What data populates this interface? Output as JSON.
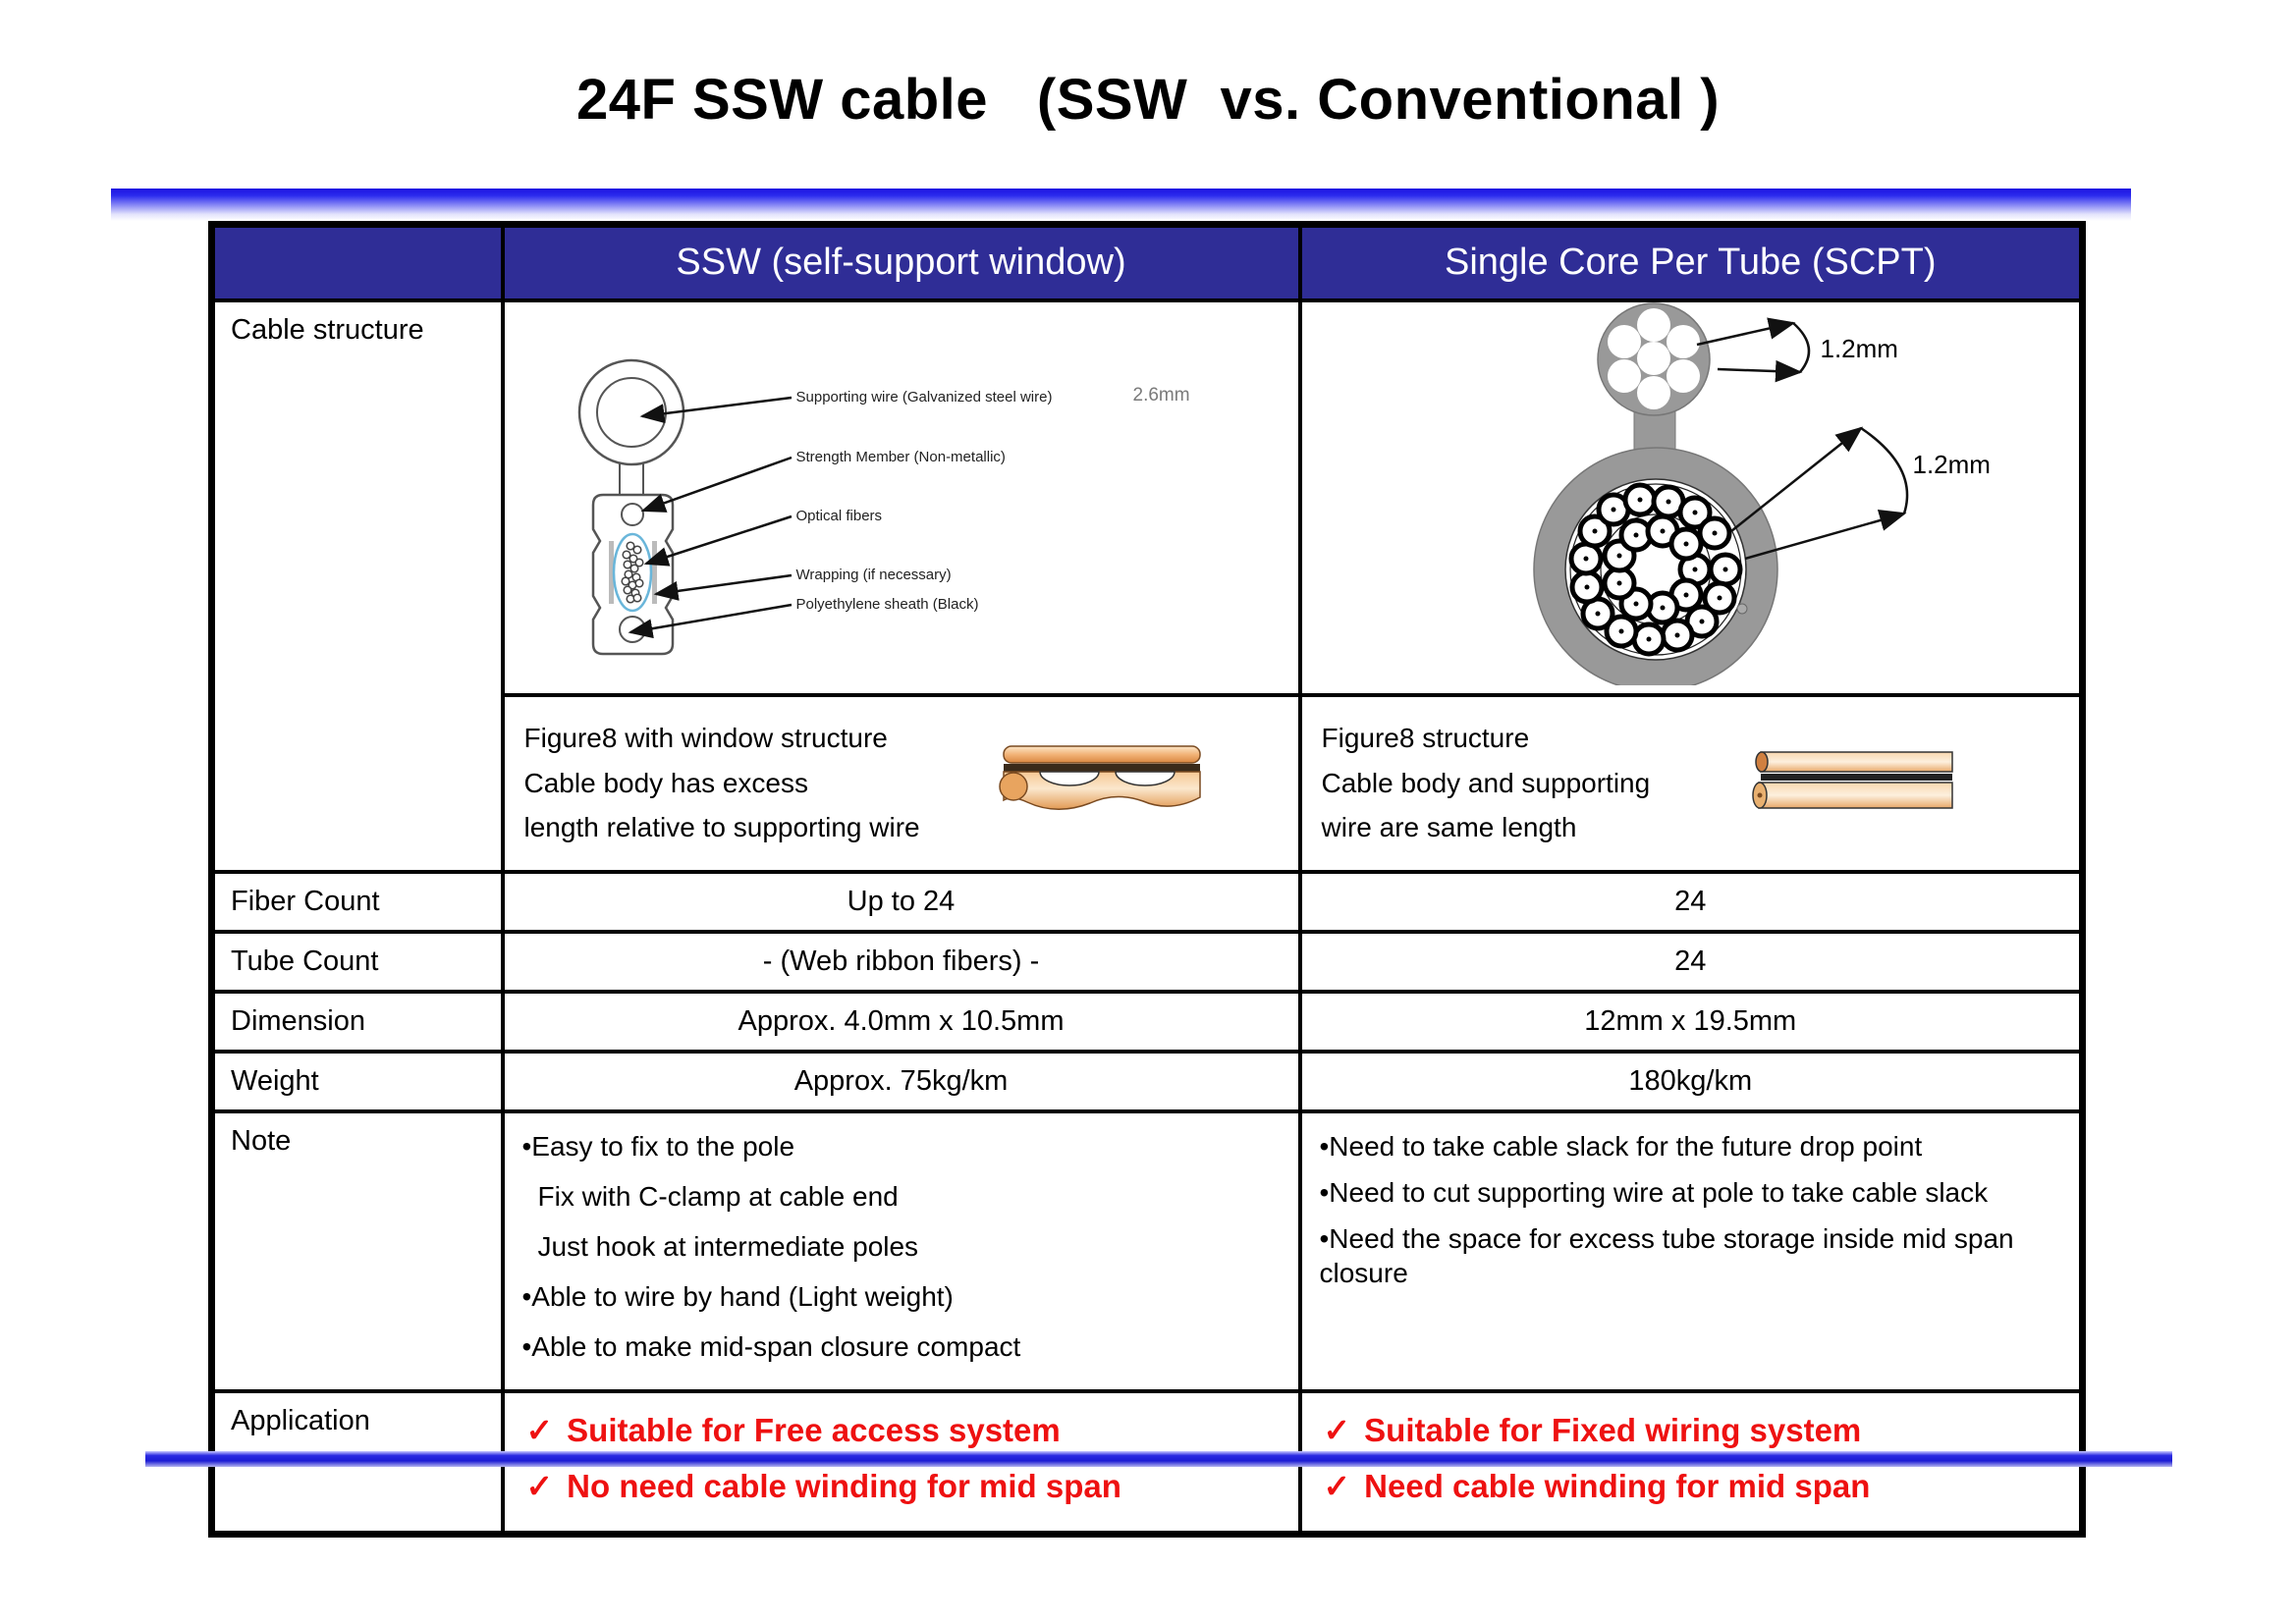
{
  "title": "24F SSW cable   (SSW  vs. Conventional )",
  "table": {
    "header": {
      "col_label": "",
      "col_ssw": "SSW (self-support window)",
      "col_scpt": "Single Core Per Tube (SCPT)"
    },
    "cable_structure": {
      "label": "Cable structure",
      "ssw_diagram": {
        "labels": [
          "Supporting wire (Galvanized steel wire)",
          "Strength Member (Non-metallic)",
          "Optical fibers",
          "Wrapping (if necessary)",
          "Polyethylene sheath (Black)"
        ],
        "dimension": "2.6mm"
      },
      "scpt_diagram": {
        "dimension_top": "1.2mm",
        "dimension_bottom": "1.2mm"
      },
      "ssw_figure": [
        "Figure8 with window structure",
        "Cable body has excess",
        "length relative to supporting wire"
      ],
      "scpt_figure": [
        "Figure8 structure",
        "Cable body and supporting",
        "wire are same length"
      ]
    },
    "specs": [
      {
        "label": "Fiber Count",
        "ssw": "Up to 24",
        "scpt": "24"
      },
      {
        "label": "Tube Count",
        "ssw": "-  (Web ribbon fibers) -",
        "scpt": "24"
      },
      {
        "label": "Dimension",
        "ssw": "Approx. 4.0mm x 10.5mm",
        "scpt": "12mm x 19.5mm"
      },
      {
        "label": "Weight",
        "ssw": "Approx. 75kg/km",
        "scpt": "180kg/km"
      }
    ],
    "note": {
      "label": "Note",
      "ssw": [
        "•Easy to fix to the pole",
        "Fix with C-clamp at cable end",
        "Just hook at intermediate poles",
        "•Able to wire by hand (Light weight)",
        "•Able to make mid-span closure compact"
      ],
      "scpt": [
        "•Need to take cable slack for the future drop point",
        "•Need to cut supporting wire at pole to take cable slack",
        "•Need the space for excess tube storage inside mid span closure"
      ]
    },
    "application": {
      "label": "Application",
      "check": "✓",
      "ssw": [
        "Suitable for Free access system",
        "No need cable winding for mid span"
      ],
      "scpt": [
        "Suitable for Fixed wiring system",
        "Need cable winding for mid span"
      ]
    }
  },
  "colors": {
    "header_bg": "#2f2d96",
    "accent_red": "#ee1111",
    "rule_blue": "#2222dd",
    "cable_gray": "#999999"
  }
}
